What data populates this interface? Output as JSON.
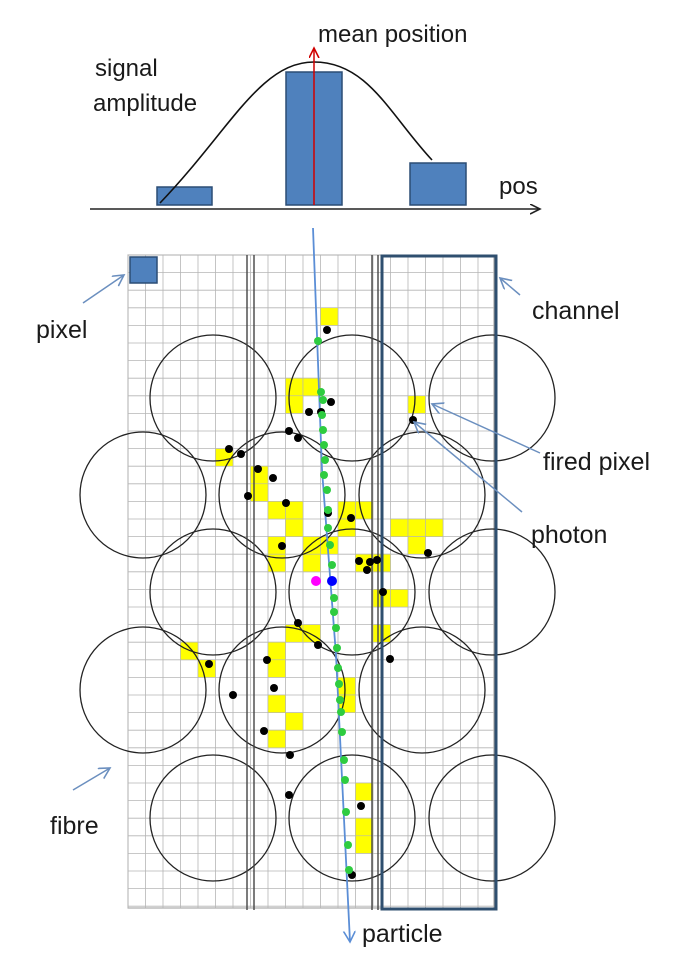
{
  "labels": {
    "signal": "signal",
    "amplitude": "amplitude",
    "mean_position": "mean position",
    "pos": "pos",
    "pixel": "pixel",
    "channel": "channel",
    "fired_pixel": "fired pixel",
    "photon": "photon",
    "fibre": "fibre",
    "particle": "particle"
  },
  "histogram": {
    "bar_heights_relative": [
      0.15,
      1.0,
      0.34
    ]
  },
  "colors": {
    "bar_fill": "#4f81bd",
    "bar_stroke": "#2c4d75",
    "fired_pixel": "#ffff00",
    "photon": "#000000",
    "track_point": "#2ecc40",
    "particle_track": "#5b8ed6",
    "mean_line": "#d00000",
    "channel_box": "#2f4f6f",
    "hit_magenta": "#ff00ff",
    "hit_blue": "#0000ff",
    "pixel_marker": "#4f81bd",
    "arrow": "#6b8fbf"
  }
}
